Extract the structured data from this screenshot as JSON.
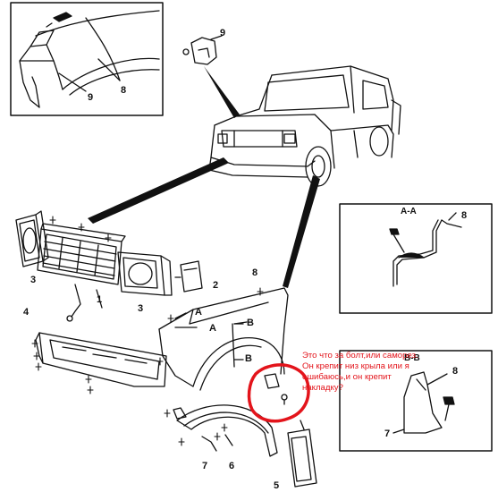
{
  "callouts": {
    "top_left_9": "9",
    "top_left_8": "8",
    "top_mid_9": "9",
    "front_3_left": "3",
    "front_1": "1",
    "front_3_right": "3",
    "front_2": "2",
    "fender_8": "8",
    "bumper_4": "4",
    "flap_5": "5",
    "liner_6": "6",
    "liner_7": "7",
    "aa_8": "8",
    "bb_8": "8",
    "bb_7": "7",
    "sec_a_upper": "A",
    "sec_a_lower": "A",
    "sec_b_upper": "B",
    "sec_b_lower": "B"
  },
  "sections": {
    "aa_title": "A-A",
    "bb_title": "B-B"
  },
  "annotation": {
    "text": "Это что за болт,или саморез. Он крепит низ крыла или я ошибаюсь,и он крепит накладку?",
    "color": "#e3141b"
  },
  "colors": {
    "ink": "#111111",
    "highlight": "#e3141b"
  }
}
